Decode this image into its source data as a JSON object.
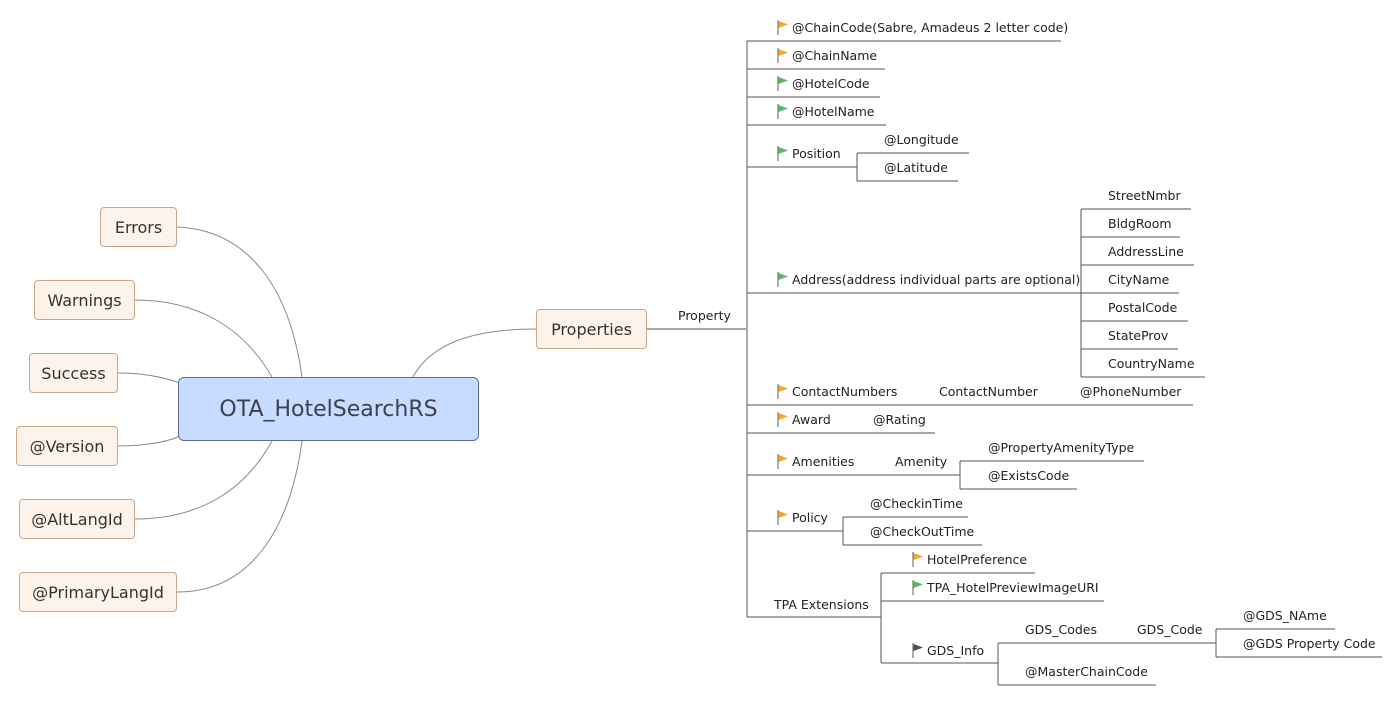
{
  "colors": {
    "root_fill": "#c8dcff",
    "branch_fill": "#fdf3ea",
    "flag_orange": "#f5a623",
    "flag_green": "#5cb85c",
    "flag_dark": "#4a5060"
  },
  "root": {
    "title": "OTA_HotelSearchRS"
  },
  "left_branches": [
    "Errors",
    "Warnings",
    "Success",
    "@Version",
    "@AltLangId",
    "@PrimaryLangId"
  ],
  "properties": {
    "label": "Properties",
    "property": "Property"
  },
  "nodes": {
    "chain_code": "@ChainCode(Sabre, Amadeus 2 letter code)",
    "chain_name": "@ChainName",
    "hotel_code": "@HotelCode",
    "hotel_name": "@HotelName",
    "position": "Position",
    "longitude": "@Longitude",
    "latitude": "@Latitude",
    "address": "Address(address individual parts are optional)",
    "address_parts": [
      "StreetNmbr",
      "BldgRoom",
      "AddressLine",
      "CityName",
      "PostalCode",
      "StateProv",
      "CountryName"
    ],
    "contact_numbers": "ContactNumbers",
    "contact_number": "ContactNumber",
    "phone_number": "@PhoneNumber",
    "award": "Award",
    "rating": "@Rating",
    "amenities": "Amenities",
    "amenity": "Amenity",
    "property_amenity_type": "@PropertyAmenityType",
    "exists_code": "@ExistsCode",
    "policy": "Policy",
    "checkin_time": "@CheckinTime",
    "checkout_time": "@CheckOutTime",
    "tpa_extensions": "TPA Extensions",
    "hotel_preference": "HotelPreference",
    "tpa_preview_image": "TPA_HotelPreviewImageURI",
    "gds_info": "GDS_Info",
    "gds_codes": "GDS_Codes",
    "gds_code": "GDS_Code",
    "gds_name": "@GDS_NAme",
    "gds_property_code": "@GDS Property Code",
    "master_chain_code": "@MasterChainCode"
  },
  "flags": {
    "chain_code": "orange",
    "chain_name": "orange",
    "hotel_code": "green",
    "hotel_name": "green",
    "position": "green",
    "address": "green",
    "contact_numbers": "orange",
    "award": "orange",
    "amenities": "orange",
    "policy": "orange",
    "hotel_preference": "orange",
    "tpa_preview_image": "green",
    "gds_info": "dark"
  }
}
